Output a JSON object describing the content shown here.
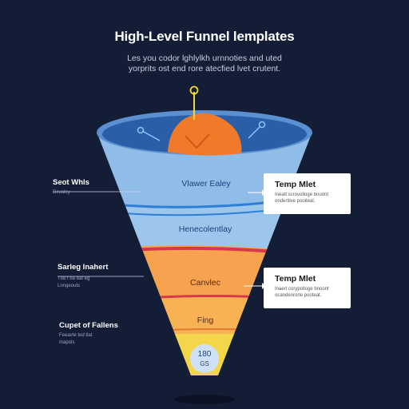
{
  "header": {
    "title": "High-Level Funnel lemplates",
    "subtitle_line1": "Les you codor lghlylkh urnnoties and uted",
    "subtitle_line2": "yorprits ost end rore atecfied lvet crutent."
  },
  "funnel": {
    "stages": [
      {
        "label": "Vlawer Ealey",
        "color": "#8fbde8"
      },
      {
        "label": "Henecolentlay",
        "color": "#9cc6ec"
      },
      {
        "label": "Canvlec",
        "color": "#f6a24f"
      },
      {
        "label": "Fing",
        "color": "#f8b254"
      },
      {
        "label": "",
        "color": "#f3d64a"
      }
    ],
    "bottom_badge": {
      "line1": "180",
      "line2": "GS"
    },
    "divider_colors": {
      "blue": "#2f7fd6",
      "red": "#d6394a"
    }
  },
  "left_notes": [
    {
      "heading": "Seot Whls",
      "sub": "Devaley"
    },
    {
      "heading": "Sarleg Inahert",
      "sub1": "Ttat t ba bat eg",
      "sub2": "Longeouts"
    },
    {
      "heading": "Cupet of Fallens",
      "sub1": "Feeavte ted tlat",
      "sub2": "Inapols"
    }
  ],
  "callouts": [
    {
      "heading": "Temp Mlet",
      "sub1": "Ineatt scrovolloge bnoont",
      "sub2": "onderitive pooiteal."
    },
    {
      "heading": "Temp Mlet",
      "sub1": "Inaert corypolloge bnoont",
      "sub2": "ocandenrorle pooteat."
    }
  ]
}
